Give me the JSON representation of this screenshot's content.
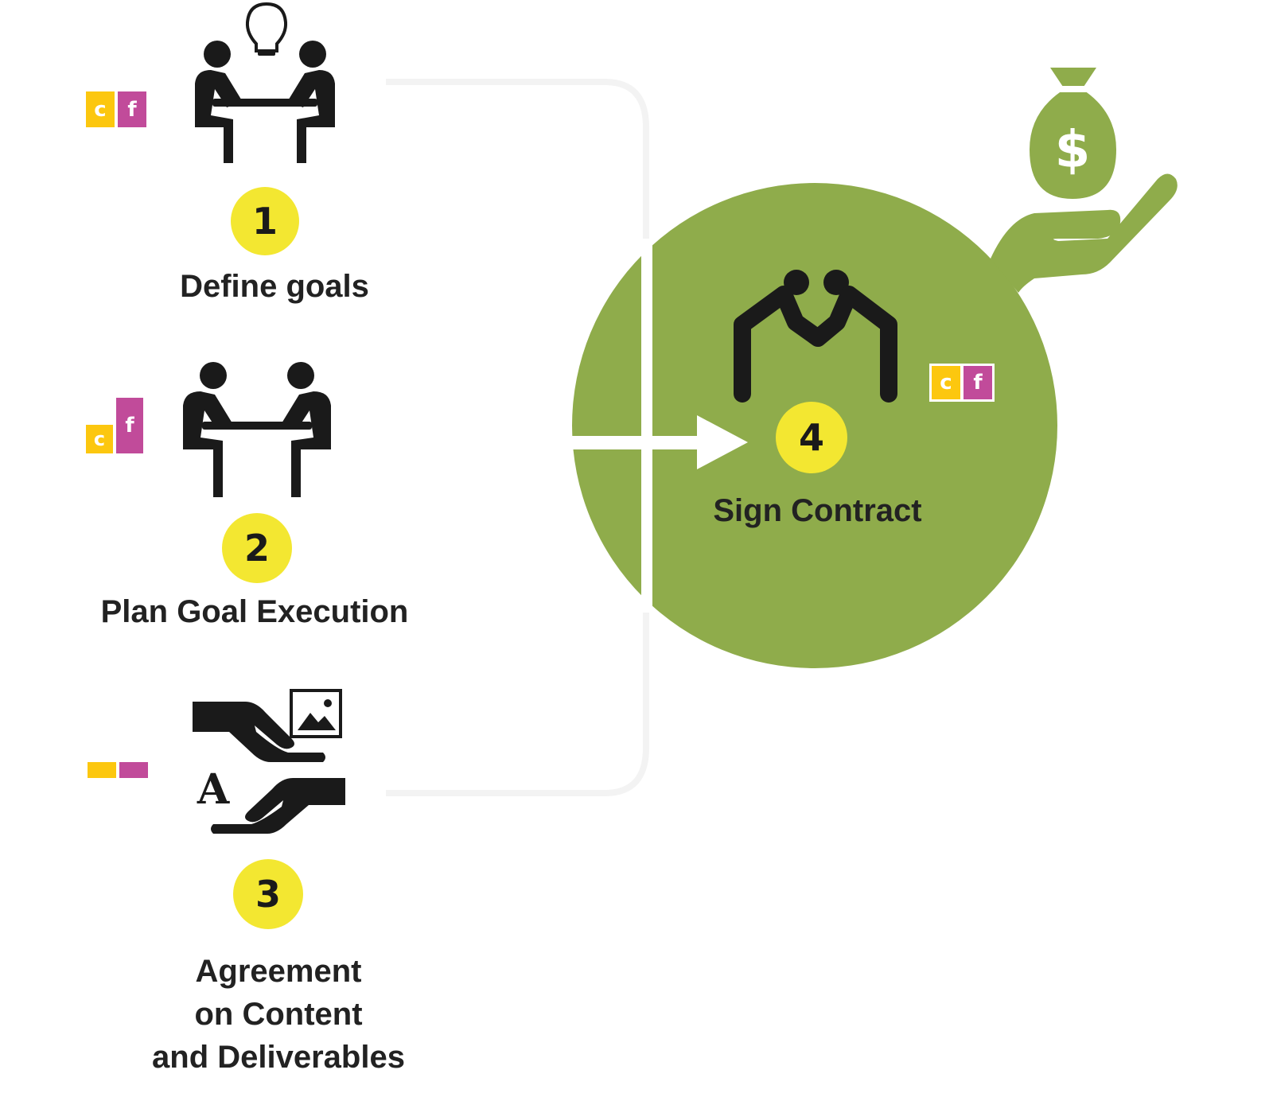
{
  "colors": {
    "accent_green": "#8fac4b",
    "number_badge": "#f3e731",
    "badge_c": "#fcc70f",
    "badge_f": "#c14b9a",
    "text": "#222222"
  },
  "steps": [
    {
      "number": "1",
      "label": "Define goals",
      "icon": "meeting-lightbulb-icon",
      "badge": {
        "c": "c",
        "f": "f"
      }
    },
    {
      "number": "2",
      "label": "Plan Goal Execution",
      "icon": "meeting-table-icon",
      "badge": {
        "c": "c",
        "f": "f"
      }
    },
    {
      "number": "3",
      "label_lines": [
        "Agreement",
        "on Content",
        "and Deliverables"
      ],
      "icon": "hand-exchange-icon"
    },
    {
      "number": "4",
      "label": "Sign Contract",
      "icon": "handshake-icon",
      "badge": {
        "c": "c",
        "f": "f"
      }
    }
  ],
  "money_icon_symbol": "$"
}
